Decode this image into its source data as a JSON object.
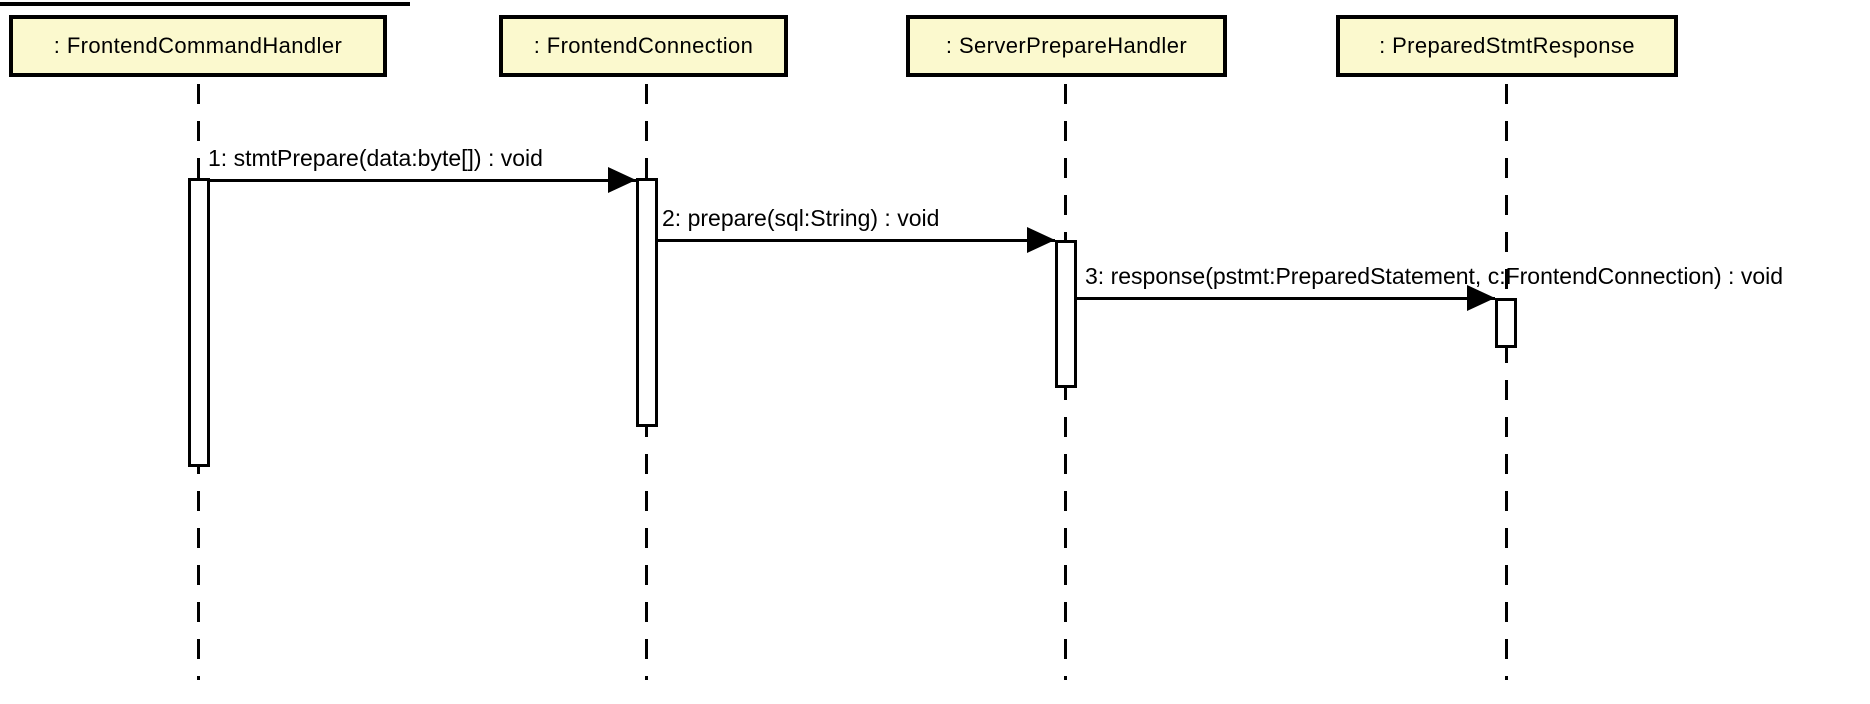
{
  "diagram": {
    "type": "uml-sequence-diagram",
    "colors": {
      "background": "#FFFFFF",
      "lifeline_head_fill": "#FBF9CE",
      "line_color": "#000000",
      "text_color": "#000000"
    },
    "lifelines": [
      {
        "name": ": FrontendCommandHandler"
      },
      {
        "name": ": FrontendConnection"
      },
      {
        "name": ": ServerPrepareHandler"
      },
      {
        "name": ": PreparedStmtResponse"
      }
    ],
    "messages": [
      {
        "label": "1: stmtPrepare(data:byte[]) : void",
        "from": ": FrontendCommandHandler",
        "to": ": FrontendConnection"
      },
      {
        "label": "2: prepare(sql:String) : void",
        "from": ": FrontendConnection",
        "to": ": ServerPrepareHandler"
      },
      {
        "label": "3: response(pstmt:PreparedStatement, c:FrontendConnection) : void",
        "from": ": ServerPrepareHandler",
        "to": ": PreparedStmtResponse"
      }
    ]
  }
}
